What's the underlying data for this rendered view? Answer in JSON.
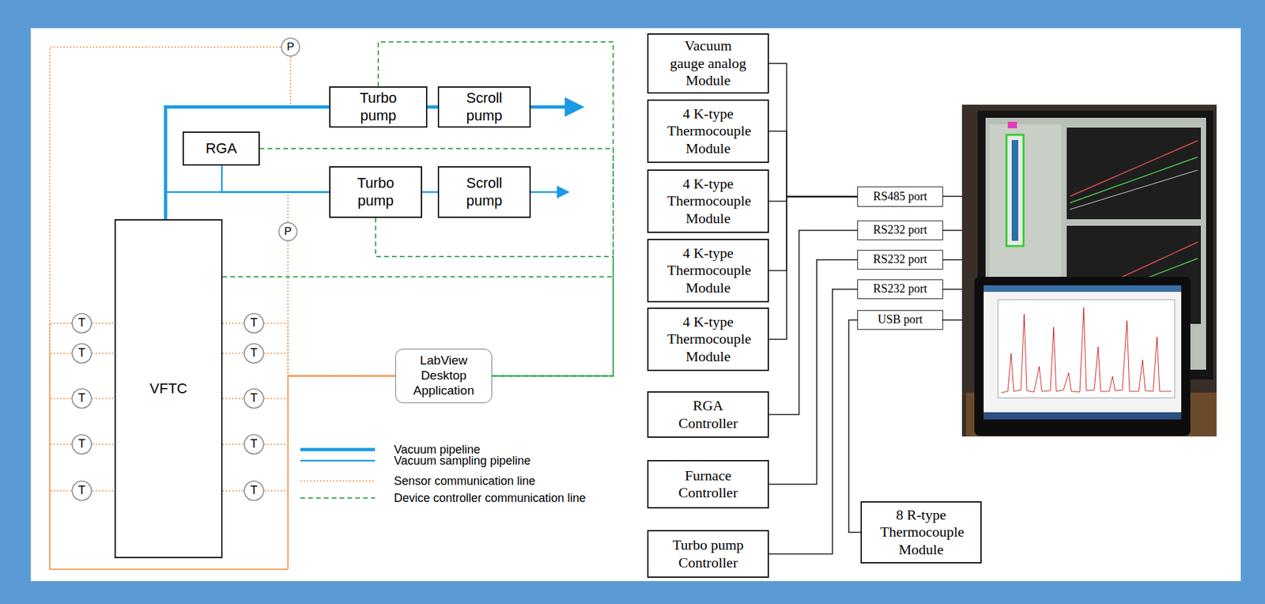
{
  "diagram": {
    "nodes": [
      {
        "text": [
          "P"
        ]
      },
      {
        "text": [
          "Turbo pump"
        ]
      },
      {
        "text": [
          "Scroll pump"
        ]
      },
      {
        "text": [
          "RGA"
        ]
      },
      {
        "text": [
          "Turbo pump"
        ]
      },
      {
        "text": [
          "Scroll pump"
        ]
      },
      {
        "text": [
          "VFTC"
        ]
      },
      {
        "text": [
          "P"
        ]
      },
      {
        "text": [
          "T"
        ]
      },
      {
        "text": [
          "T"
        ]
      },
      {
        "text": [
          "T"
        ]
      },
      {
        "text": [
          "T"
        ]
      },
      {
        "text": [
          "T"
        ]
      },
      {
        "text": [
          "T"
        ]
      },
      {
        "text": [
          "T"
        ]
      },
      {
        "text": [
          "T"
        ]
      },
      {
        "text": [
          "T"
        ]
      },
      {
        "text": [
          "T"
        ]
      },
      {
        "text": [
          "LabView Desktop Application"
        ]
      },
      {
        "text": [
          "Vacuum gauge analog Module"
        ]
      },
      {
        "text": [
          "4 K-type Thermocouple Module"
        ]
      },
      {
        "text": [
          "4 K-type Thermocouple Module"
        ]
      },
      {
        "text": [
          "4 K-type Thermocouple Module"
        ]
      },
      {
        "text": [
          "4 K-type Thermocouple Module"
        ]
      },
      {
        "text": [
          "RS485 port"
        ]
      },
      {
        "text": [
          "RS232 port"
        ]
      },
      {
        "text": [
          "RS232 port"
        ]
      },
      {
        "text": [
          "RS232 port"
        ]
      },
      {
        "text": [
          "USB port"
        ]
      },
      {
        "text": [
          "RGA Controller"
        ]
      },
      {
        "text": [
          "Furnace Controller"
        ]
      },
      {
        "text": [
          "Turbo pump Controller"
        ]
      },
      {
        "text": [
          "8 R-type Thermocouple Module"
        ]
      }
    ],
    "edges": [
      {
        "from": 6,
        "to": 1,
        "arrow": "none"
      },
      {
        "from": 1,
        "to": 2,
        "arrow": "none"
      },
      {
        "from": 6,
        "to": 4,
        "arrow": "none"
      },
      {
        "from": 3,
        "to": 4,
        "arrow": "none"
      },
      {
        "from": 4,
        "to": 5,
        "arrow": "none"
      },
      {
        "from": 0,
        "to": 18,
        "arrow": "none"
      },
      {
        "from": 7,
        "to": 18,
        "arrow": "none"
      },
      {
        "from": 8,
        "to": 18,
        "arrow": "none"
      },
      {
        "from": 9,
        "to": 18,
        "arrow": "none"
      },
      {
        "from": 10,
        "to": 18,
        "arrow": "none"
      },
      {
        "from": 11,
        "to": 18,
        "arrow": "none"
      },
      {
        "from": 12,
        "to": 18,
        "arrow": "none"
      },
      {
        "from": 13,
        "to": 18,
        "arrow": "none"
      },
      {
        "from": 14,
        "to": 18,
        "arrow": "none"
      },
      {
        "from": 15,
        "to": 18,
        "arrow": "none"
      },
      {
        "from": 16,
        "to": 18,
        "arrow": "none"
      },
      {
        "from": 17,
        "to": 18,
        "arrow": "none"
      },
      {
        "from": 1,
        "to": 18,
        "arrow": "none"
      },
      {
        "from": 3,
        "to": 18,
        "arrow": "none"
      },
      {
        "from": 4,
        "to": 18,
        "arrow": "none"
      },
      {
        "from": 6,
        "to": 18,
        "arrow": "none"
      },
      {
        "from": 19,
        "to": 24,
        "arrow": "none"
      },
      {
        "from": 20,
        "to": 24,
        "arrow": "none"
      },
      {
        "from": 21,
        "to": 24,
        "arrow": "none"
      },
      {
        "from": 22,
        "to": 24,
        "arrow": "none"
      },
      {
        "from": 23,
        "to": 24,
        "arrow": "none"
      },
      {
        "from": 29,
        "to": 25,
        "arrow": "none"
      },
      {
        "from": 30,
        "to": 26,
        "arrow": "none"
      },
      {
        "from": 31,
        "to": 27,
        "arrow": "none"
      },
      {
        "from": 32,
        "to": 28,
        "arrow": "none"
      }
    ],
    "legend": [
      {
        "text": "Vacuum pipeline"
      },
      {
        "text": "Vacuum sampling pipeline"
      },
      {
        "text": "Sensor communication line"
      },
      {
        "text": "Device controller communication line"
      }
    ]
  }
}
